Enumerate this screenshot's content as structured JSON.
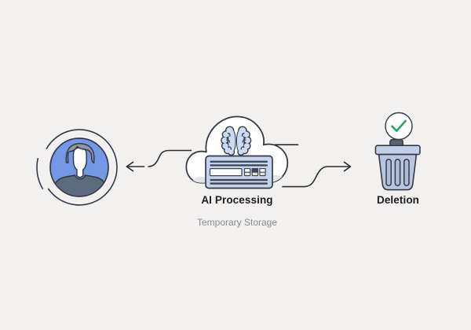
{
  "background": "#f2f1f0",
  "colors": {
    "outline": "#343a46",
    "arrow": "#2d2d2d",
    "cloud_fill": "#ffffff",
    "cloud_shadow": "#e2e5ea",
    "brain_fill": "#cddaf3",
    "server_fill": "#c7d2eb",
    "server_stripe": "#3c4454",
    "server_button_cream": "#efe8cf",
    "server_button_dark": "#3c4454",
    "server_button_light": "#f4f7fc",
    "avatar_bg": "#7598e6",
    "avatar_hair": "#8e99a8",
    "avatar_shirt": "#5d6b7c",
    "avatar_face": "#ffffff",
    "trash_body": "#b9c6e2",
    "trash_lid": "#c3cee7",
    "trash_slot": "#aebdd9",
    "trash_handle": "#5b6474",
    "check_green": "#23a55a",
    "text_primary": "#1d1d1f",
    "text_secondary": "#8a8a8e"
  },
  "nodes": [
    {
      "id": "user",
      "icon": "user-avatar-icon",
      "label": ""
    },
    {
      "id": "ai-processing",
      "icon": "cloud-ai-server-icon",
      "label": "AI Processing",
      "sublabel": "Temporary Storage"
    },
    {
      "id": "deletion",
      "icon": "trash-checkmark-icon",
      "label": "Deletion"
    }
  ]
}
